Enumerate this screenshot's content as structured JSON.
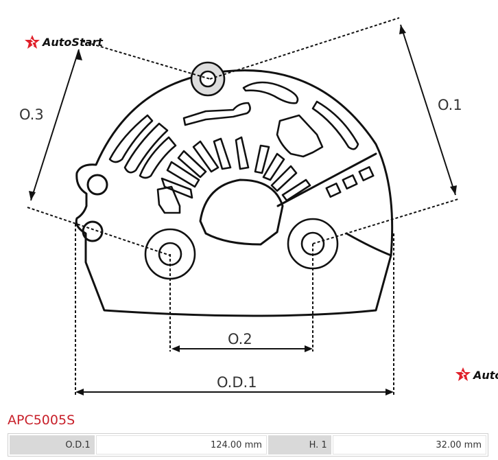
{
  "brand": {
    "name": "AutoStart",
    "accent": "#e0202a"
  },
  "dimensions": {
    "o1": "O.1",
    "o2": "O.2",
    "o3": "O.3",
    "od1": "O.D.1"
  },
  "part": {
    "code": "APC5005S",
    "code_color": "#c8202a"
  },
  "specs": [
    {
      "key": "O.D.1",
      "value": "124.00 mm"
    },
    {
      "key": "H. 1",
      "value": "32.00 mm"
    }
  ]
}
